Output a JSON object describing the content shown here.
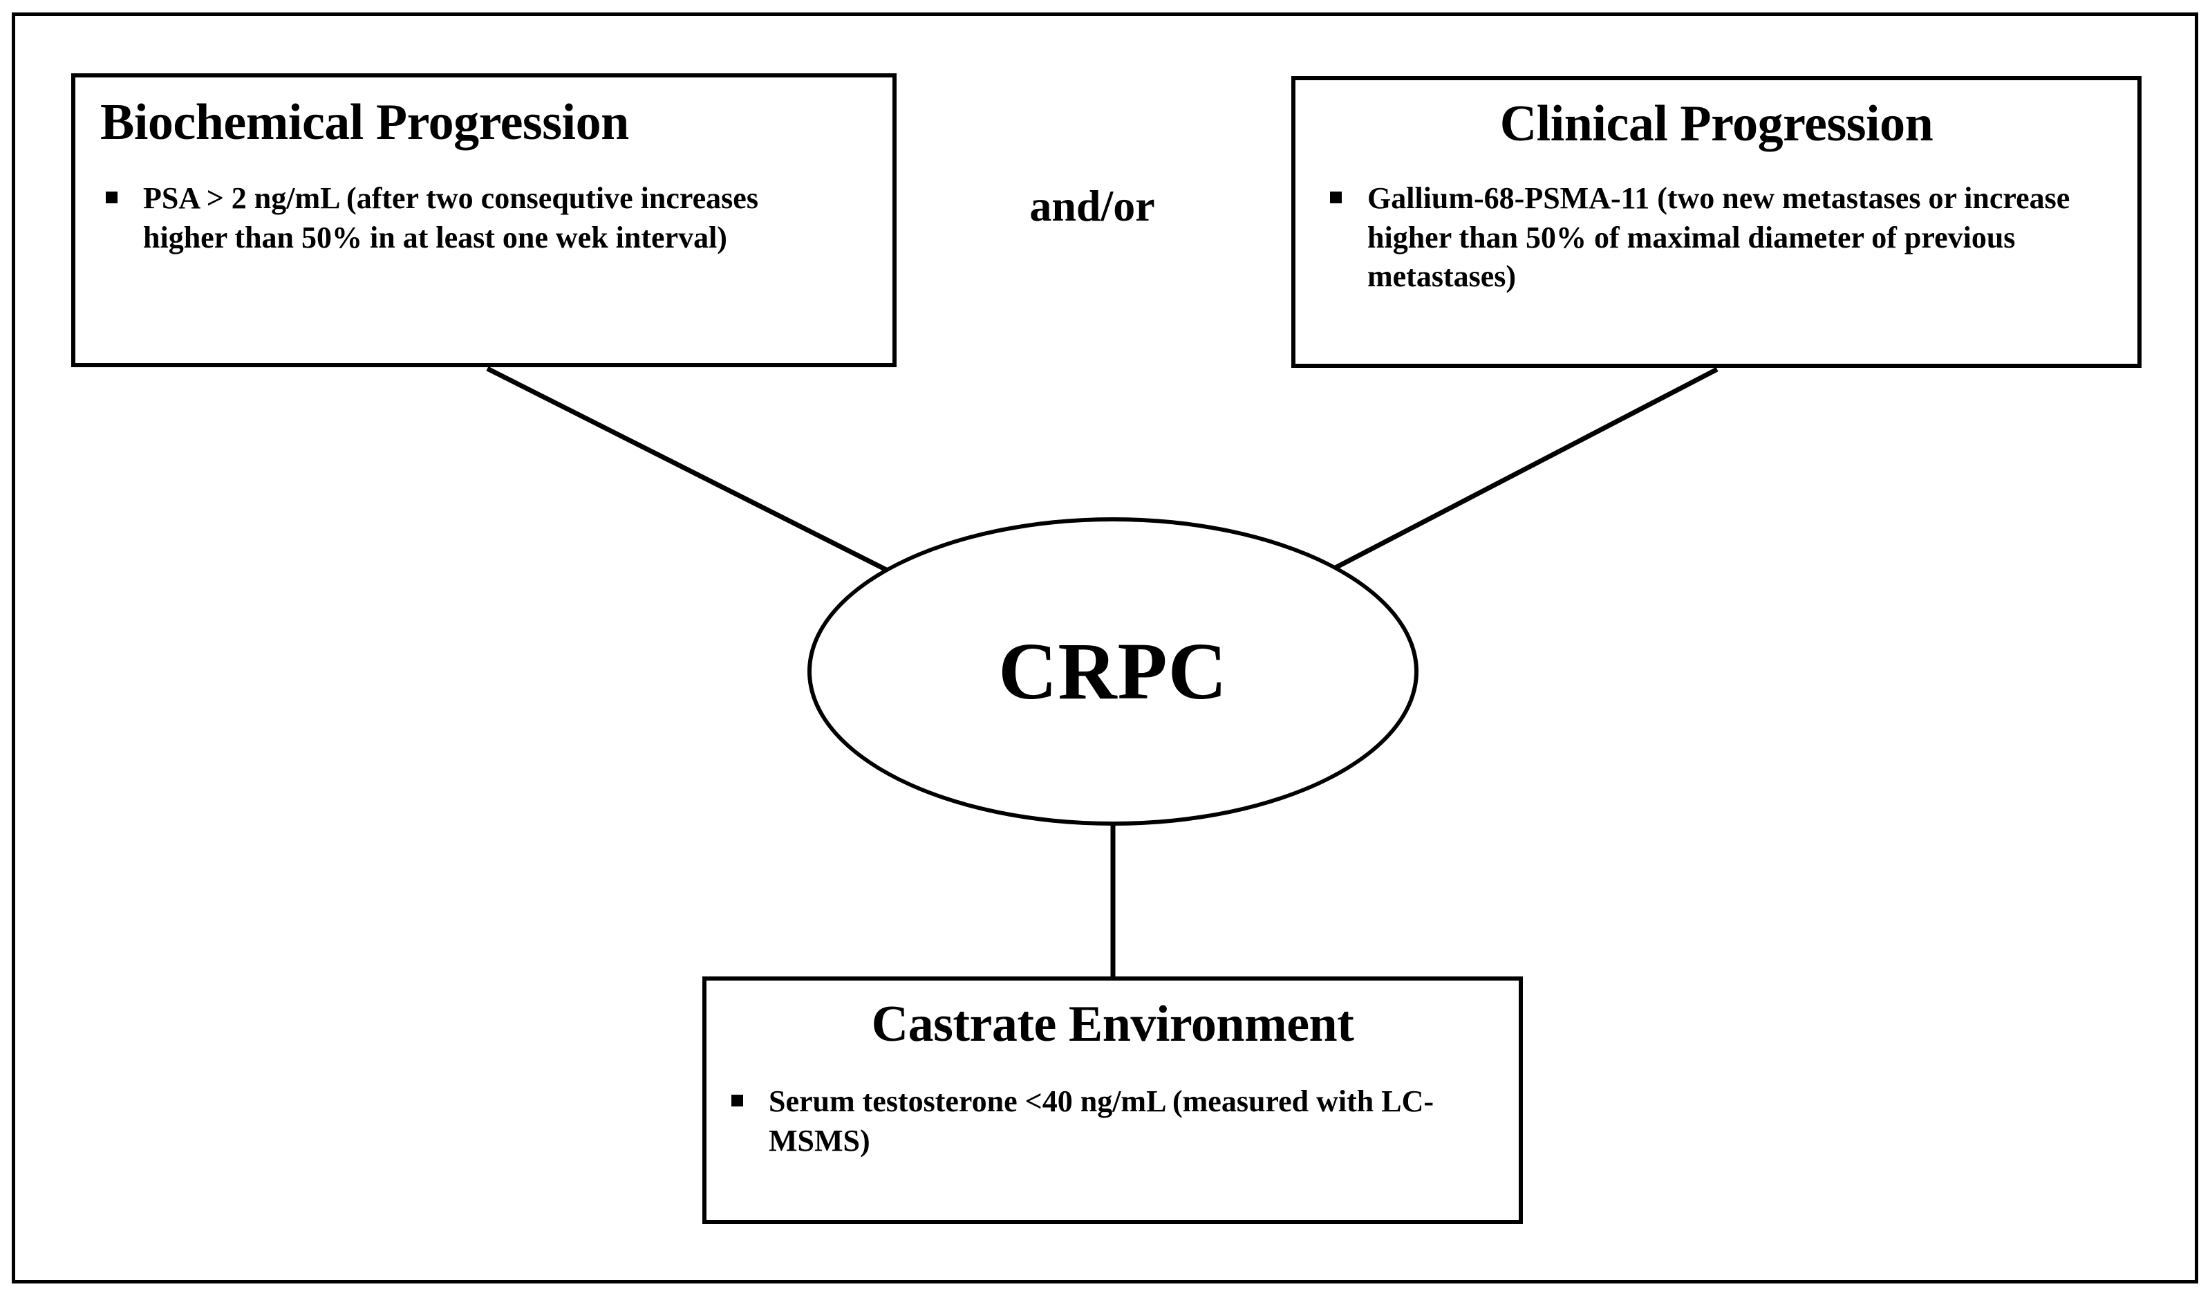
{
  "diagram": {
    "title": "CRPC definition flow diagram",
    "frame_color": "#000000",
    "background_color": "#ffffff",
    "center_node": {
      "label": "CRPC",
      "shape": "ellipse"
    },
    "connector_label": "and/or",
    "nodes": [
      {
        "id": "biochemical-progression",
        "title": "Biochemical Progression",
        "bullets": [
          "PSA > 2 ng/mL (after two consequtive increases  higher  than 50% in at least one wek interval)"
        ]
      },
      {
        "id": "clinical-progression",
        "title": "Clinical Progression",
        "bullets": [
          "Gallium-68-PSMA-11 (two new metastases or increase higher than 50% of maximal diameter of previous metastases)"
        ]
      },
      {
        "id": "castrate-environment",
        "title": "Castrate Environment",
        "bullets": [
          "Serum testosterone <40 ng/mL (measured with LC-MSMS)"
        ]
      }
    ],
    "edges": [
      {
        "from": "biochemical-progression",
        "to": "crpc"
      },
      {
        "from": "clinical-progression",
        "to": "crpc"
      },
      {
        "from": "crpc",
        "to": "castrate-environment"
      }
    ]
  }
}
